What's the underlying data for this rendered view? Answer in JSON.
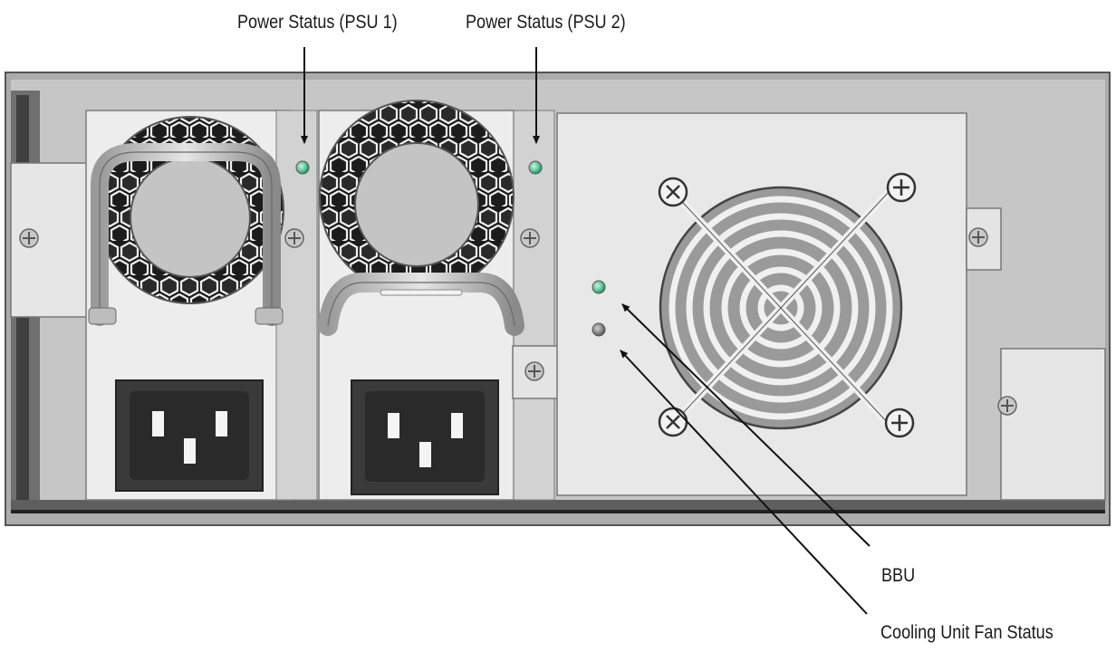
{
  "callouts": {
    "psu1_power_status": "Power Status (PSU 1)",
    "psu2_power_status": "Power Status (PSU 2)",
    "bbu": "BBU",
    "cooling_fan_status": "Cooling Unit Fan Status"
  },
  "leds": {
    "psu1_power": {
      "state": "on",
      "color": "#5fc99a"
    },
    "psu2_power": {
      "state": "on",
      "color": "#5fc99a"
    },
    "bbu": {
      "state": "on",
      "color": "#5fc99a"
    },
    "cooling_fan": {
      "state": "off",
      "color": "#8c8c8c"
    }
  }
}
